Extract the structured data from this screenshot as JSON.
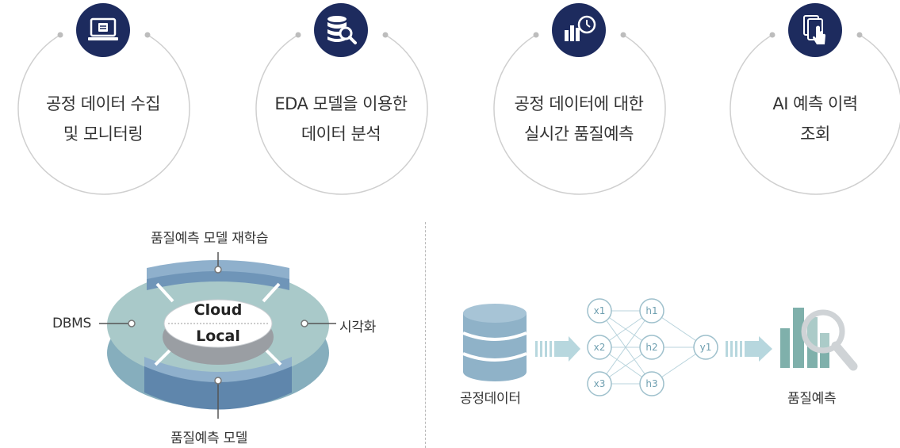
{
  "colors": {
    "navy": "#1d2b5e",
    "ring_blue": "#8fb0cc",
    "ring_teal": "#a9c9c9",
    "node": "#9ec0cc"
  },
  "features": [
    {
      "icon": "monitor-icon",
      "line1": "공정 데이터 수집",
      "line2": "및 모니터링"
    },
    {
      "icon": "database-search-icon",
      "line1": "EDA 모델을 이용한",
      "line2": "데이터 분석"
    },
    {
      "icon": "chart-clock-icon",
      "line1": "공정 데이터에 대한",
      "line2": "실시간 품질예측"
    },
    {
      "icon": "document-touch-icon",
      "line1": "AI 예측 이력",
      "line2": "조회"
    }
  ],
  "cycle": {
    "top": "품질예측 모델 재학습",
    "left": "DBMS",
    "right": "시각화",
    "bottom": "품질예측 모델",
    "center_top": "Cloud",
    "center_bottom": "Local"
  },
  "flow": {
    "input_label": "공정데이터",
    "output_label": "품질예측",
    "inputs": [
      "x1",
      "x2",
      "x3"
    ],
    "hidden": [
      "h1",
      "h2",
      "h3"
    ],
    "output": [
      "y1"
    ]
  }
}
